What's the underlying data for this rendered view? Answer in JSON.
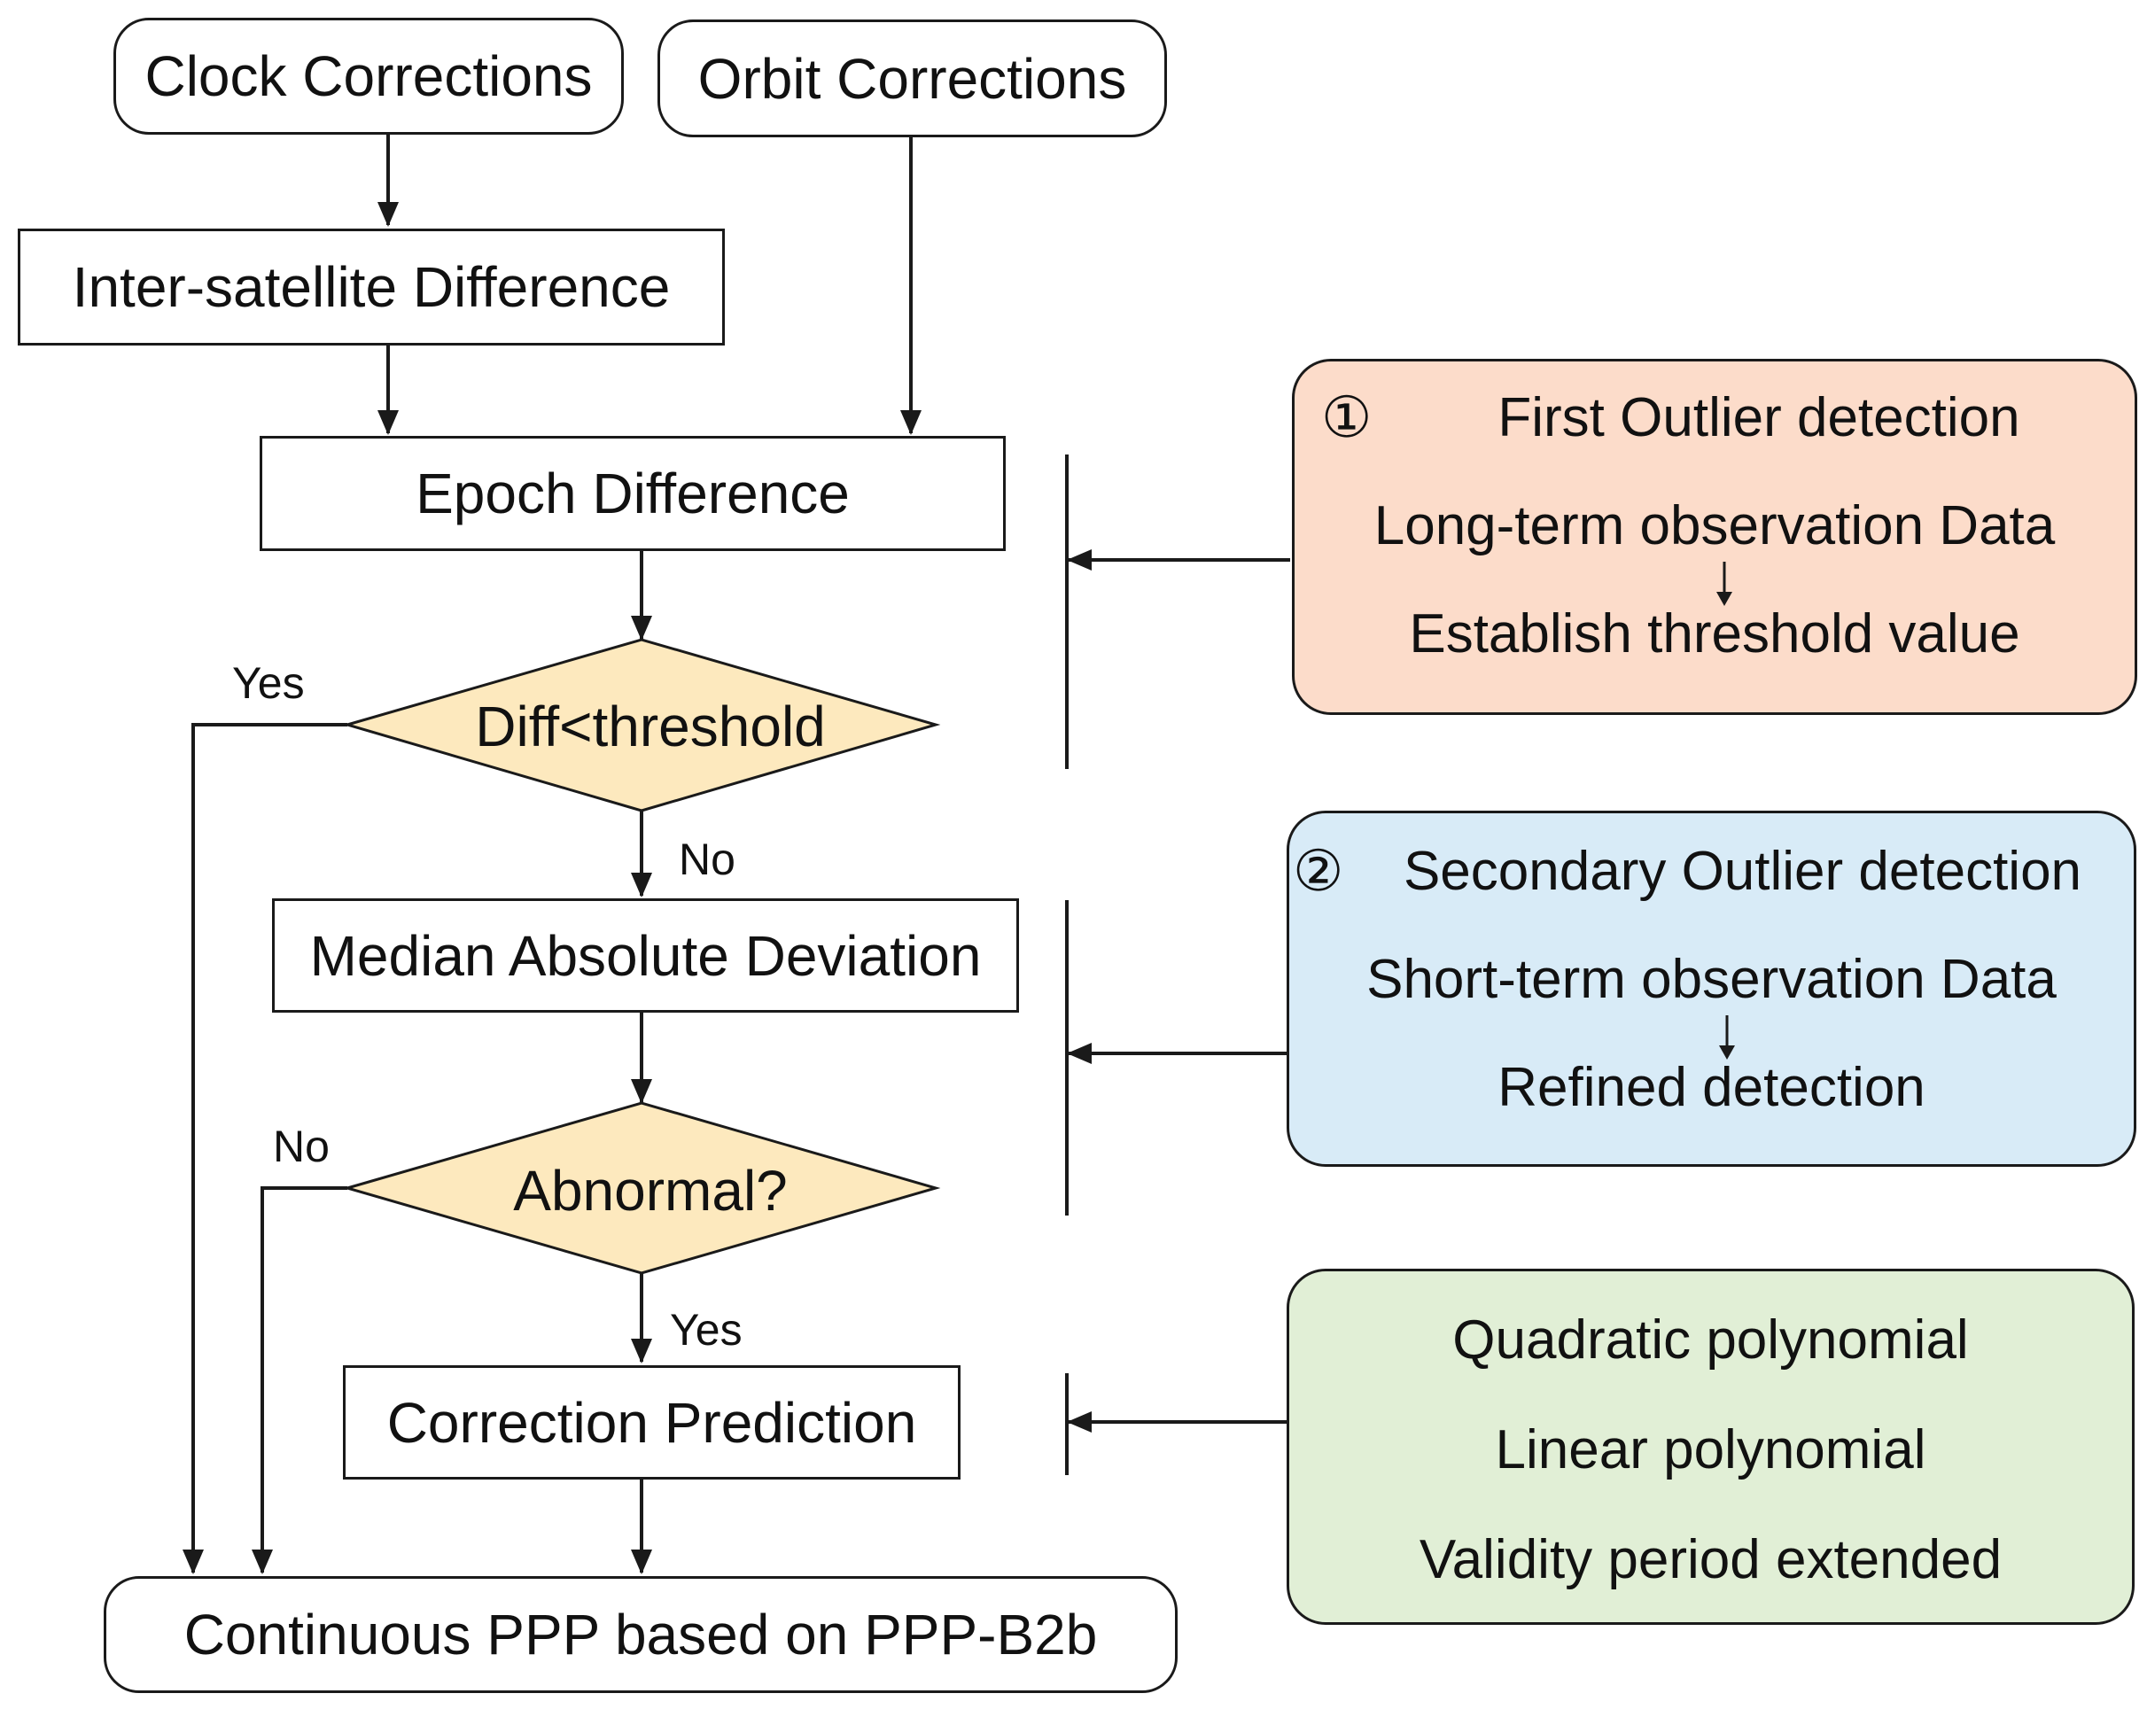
{
  "colors": {
    "decision_fill": "#fde9be",
    "panel1_fill": "#fcdcca",
    "panel2_fill": "#d8ebf7",
    "panel3_fill": "#e1efd6",
    "line": "#1a1a1a"
  },
  "nodes": {
    "clock": "Clock Corrections",
    "orbit": "Orbit Corrections",
    "inter_sat": "Inter-satellite Difference",
    "epoch": "Epoch Difference",
    "diff_threshold": "Diff<threshold",
    "mad": "Median Absolute Deviation",
    "abnormal": "Abnormal?",
    "prediction": "Correction Prediction",
    "final": "Continuous PPP based on PPP-B2b"
  },
  "branches": {
    "yes1": "Yes",
    "no1": "No",
    "no2": "No",
    "yes2": "Yes"
  },
  "panels": {
    "first": {
      "marker": "①",
      "title": "First Outlier detection",
      "line1": "Long-term observation Data",
      "line2": "Establish threshold value"
    },
    "second": {
      "marker": "②",
      "title": "Secondary Outlier detection",
      "line1": "Short-term observation Data",
      "line2": "Refined detection"
    },
    "third": {
      "line1": "Quadratic polynomial",
      "line2": "Linear polynomial",
      "line3": "Validity period extended"
    }
  }
}
